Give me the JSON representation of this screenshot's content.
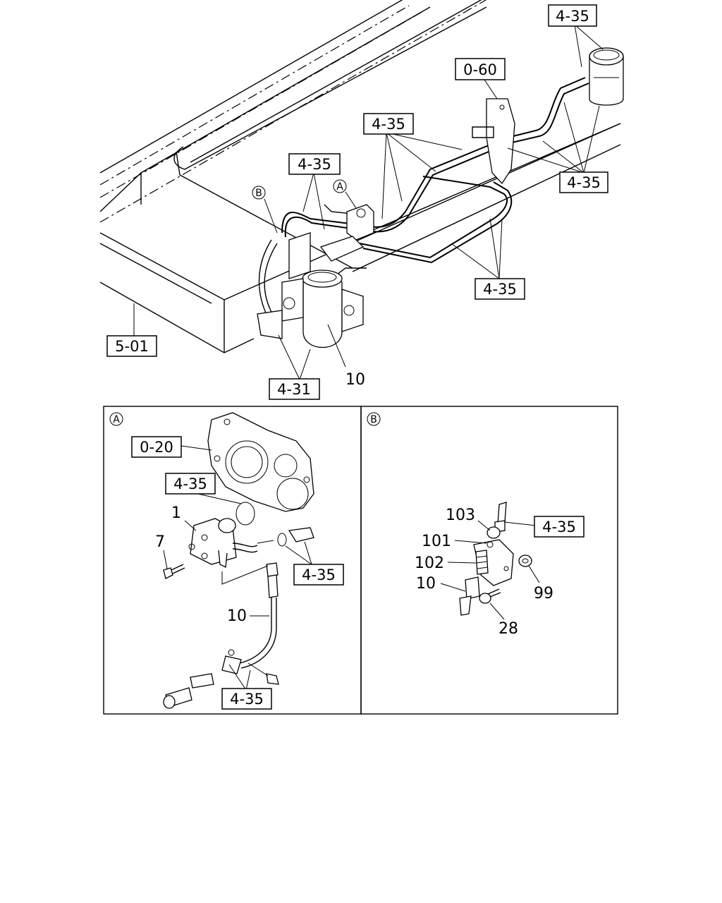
{
  "refs": {
    "r_top_right": "4-35",
    "r_060": "0-60",
    "r_mid_left": "4-35",
    "r_center": "4-35",
    "r_right": "4-35",
    "r_lower": "4-35",
    "r_501": "5-01",
    "r_431": "4-31",
    "r_a_020": "0-20",
    "r_a_435_top": "4-35",
    "r_a_435_mid": "4-35",
    "r_a_435_bot": "4-35",
    "r_b_435": "4-35"
  },
  "part_numbers": {
    "p_main_10": "10",
    "p_a_1": "1",
    "p_a_7": "7",
    "p_a_10": "10",
    "p_b_103": "103",
    "p_b_101": "101",
    "p_b_102": "102",
    "p_b_10": "10",
    "p_b_99": "99",
    "p_b_28": "28"
  },
  "callouts": {
    "a_main": "A",
    "b_main": "B",
    "a_panel": "A",
    "b_panel": "B"
  }
}
